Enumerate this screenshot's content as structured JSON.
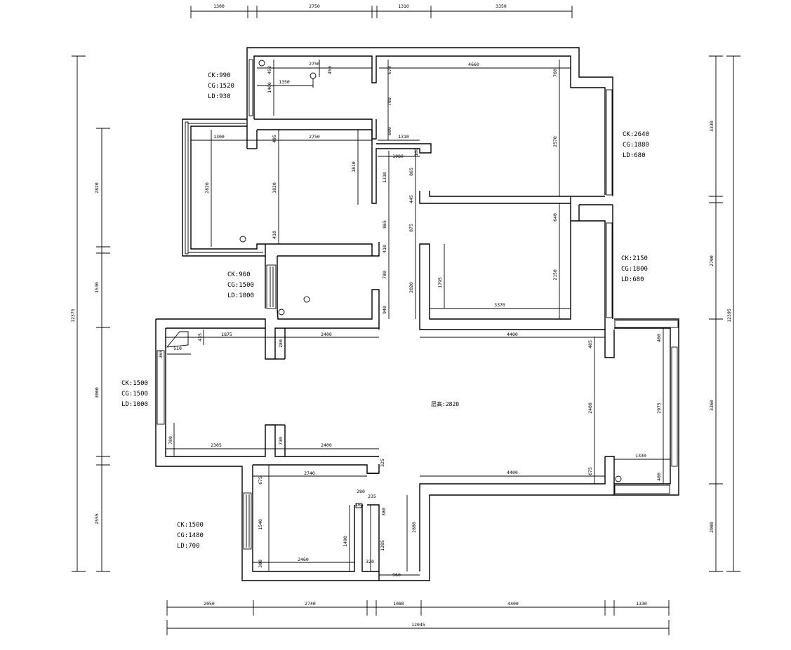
{
  "plan": {
    "top_dims": [
      "1300",
      "2750",
      "1310",
      "3350"
    ],
    "bottom_dims": [
      "2050",
      "2740",
      "1080",
      "4400",
      "1330"
    ],
    "bottom_total": "12045",
    "left_total": "12375",
    "left_dims": [
      "2820",
      "1530",
      "3060",
      "2555"
    ],
    "right_total": "12395",
    "right_dims": [
      "3330",
      "2700",
      "3260",
      "2080"
    ],
    "ceiling_label": "层高:2820",
    "rooms": [
      {
        "ck": "CK:990",
        "cg": "CG:1520",
        "ld": "LD:930"
      },
      {
        "ck": "CK:2640",
        "cg": "CG:1880",
        "ld": "LD:680"
      },
      {
        "ck": "CK:2150",
        "cg": "CG:1800",
        "ld": "LD:680"
      },
      {
        "ck": "CK:960",
        "cg": "CG:1500",
        "ld": "LD:1000"
      },
      {
        "ck": "CK:1500",
        "cg": "CG:1500",
        "ld": "LD:1000"
      },
      {
        "ck": "CK:1500",
        "cg": "CG:1480",
        "ld": "LD:700"
      }
    ],
    "inner_dims": {
      "top_toilet_w": "2750",
      "top_toilet_h1": "450",
      "top_toilet_h2": "450",
      "top_toilet_sub": "1350",
      "top_toilet_v": "1400",
      "mb_w": "4660",
      "mb_v1": "670",
      "mb_v2": "780",
      "mb_v3": "600",
      "mb_h": "2570",
      "mb_r": "760",
      "c_1310": "1310",
      "c_1080": "1080",
      "c_100": "100",
      "c_865": "865",
      "c_1310b": "1310",
      "c_445": "445",
      "c_875": "875",
      "c_2020": "2020",
      "c_410": "410",
      "c_780": "780",
      "c_940": "940",
      "c_865b": "865",
      "wb_w": "1300",
      "wb_w2": "2750",
      "wb_h": "2820",
      "wb_v1": "495",
      "wb_v2": "1820",
      "wb_v3": "410",
      "wb_v4": "1810",
      "b2_h": "640",
      "b2_r": "2150",
      "b2_l": "1795",
      "b2_w": "3370",
      "liv_w1": "1875",
      "liv_w2": "2400",
      "liv_w3": "4400",
      "liv_w4": "2305",
      "liv_w5": "2400",
      "liv_w6": "4400",
      "liv_h1": "2400",
      "liv_h2": "2975",
      "liv_v1": "485",
      "liv_v2": "675",
      "liv_v3": "400",
      "liv_v4": "400",
      "liv_1330": "1330",
      "liv_510": "510",
      "liv_435": "435",
      "liv_280": "280",
      "liv_730": "730",
      "liv_780": "780",
      "liv_365": "365",
      "liv_325": "325",
      "bb_w1": "2740",
      "bb_w2": "2460",
      "bb_v1": "675",
      "bb_v2": "1540",
      "bb_v3": "300",
      "bb_v4": "1490",
      "bb_280": "280",
      "bb_235": "235",
      "bb_165": "165",
      "bb_380": "380",
      "bb_1285": "1285",
      "bb_320": "320",
      "bb_960": "960",
      "bb_2880": "2880"
    }
  }
}
